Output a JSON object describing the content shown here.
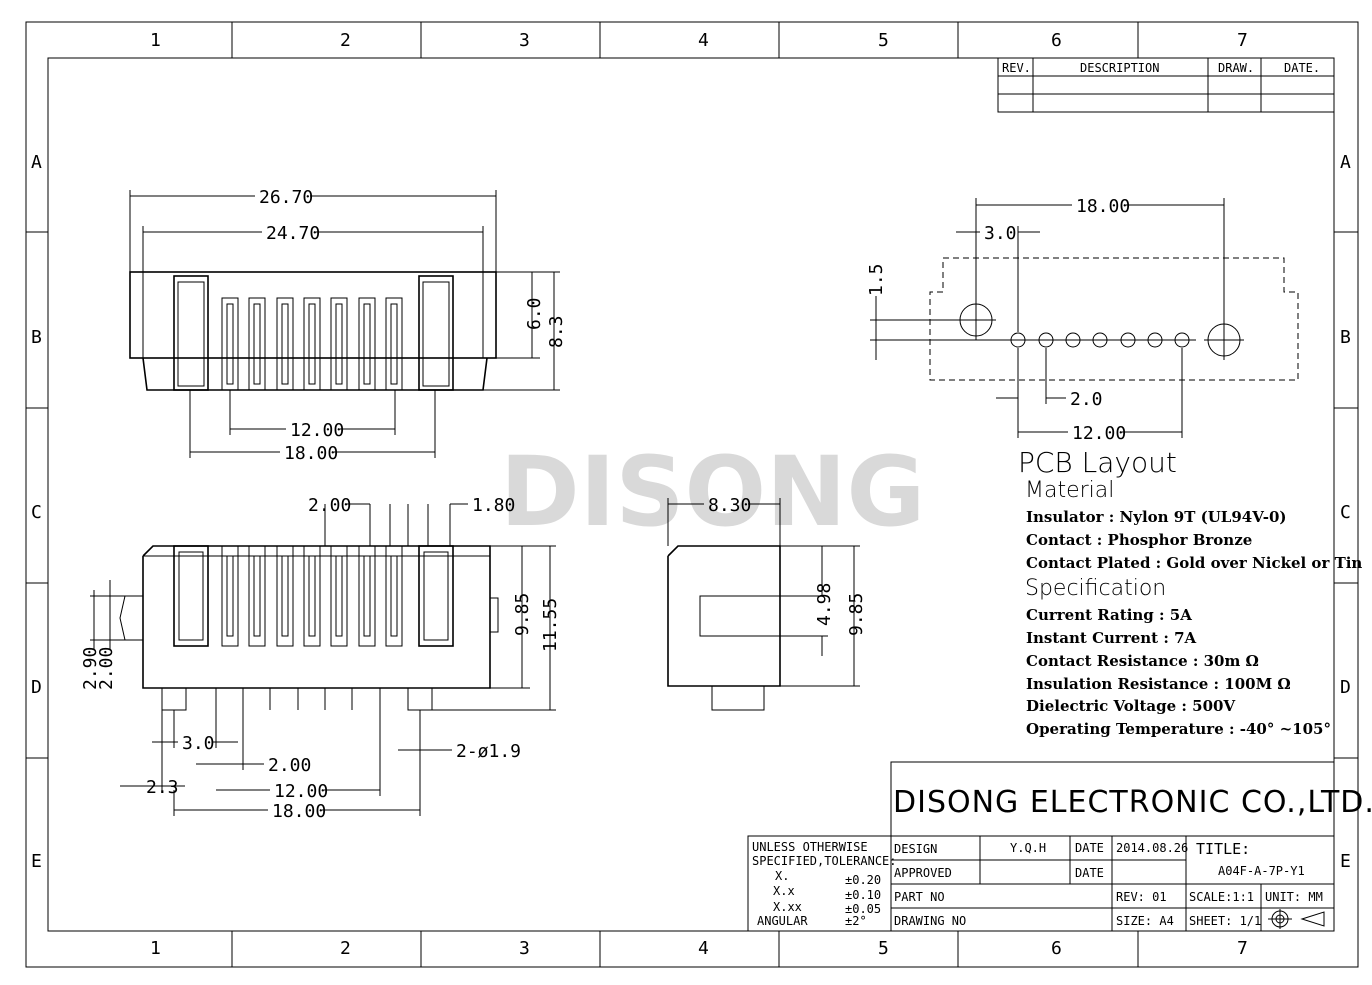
{
  "zones": {
    "columns": [
      "1",
      "2",
      "3",
      "4",
      "5",
      "6",
      "7"
    ],
    "rows": [
      "A",
      "B",
      "C",
      "D",
      "E"
    ]
  },
  "revision_table": {
    "headers": [
      "REV.",
      "DESCRIPTION",
      "DRAW.",
      "DATE."
    ]
  },
  "watermark": "DISONG",
  "top_view": {
    "dims": [
      "26.70",
      "24.70",
      "6.0",
      "8.3",
      "12.00",
      "18.00"
    ]
  },
  "front_view": {
    "dims": [
      "2.00",
      "1.80",
      "9.85",
      "11.55",
      "2.90",
      "2.00",
      "3.0",
      "2.00",
      "2-ø1.9",
      "2.3",
      "12.00",
      "18.00"
    ]
  },
  "side_view": {
    "dims": [
      "8.30",
      "4.98",
      "9.85"
    ]
  },
  "pcb_layout": {
    "title": "PCB Layout",
    "dims": [
      "18.00",
      "3.0",
      "1.5",
      "2.0",
      "12.00"
    ]
  },
  "material": {
    "heading": "Material",
    "lines": [
      {
        "label": "Insulator : ",
        "value": "Nylon 9T (UL94V-0)"
      },
      {
        "label": "Contact : ",
        "value": "Phosphor  Bronze"
      },
      {
        "label": "Contact Plated : ",
        "value": "Gold over Nickel or Tin"
      }
    ]
  },
  "specification": {
    "heading": "Specification",
    "lines": [
      {
        "label": "Current Rating : ",
        "value": "5A"
      },
      {
        "label": "Instant Current : ",
        "value": "7A"
      },
      {
        "label": "Contact Resistance : ",
        "value": "30m     Ω"
      },
      {
        "label": "Insulation Resistance : ",
        "value": "100M     Ω"
      },
      {
        "label": "Dielectric  Voltage : ",
        "value": "500V"
      },
      {
        "label": "Operating Temperature : ",
        "value": "-40° ~105°"
      }
    ]
  },
  "title_block": {
    "company": "DISONG ELECTRONIC CO.,LTD.",
    "tolerance": {
      "line1": "UNLESS OTHERWISE",
      "line2": "SPECIFIED,TOLERANCE:",
      "rows": [
        {
          "label": "X.",
          "value": "±0.20"
        },
        {
          "label": "X.x",
          "value": "±0.10"
        },
        {
          "label": "X.xx",
          "value": "±0.05"
        },
        {
          "label": "ANGULAR",
          "value": "±2°"
        }
      ]
    },
    "design_label": "DESIGN",
    "design_value": "Y.Q.H",
    "date_label": "DATE",
    "date_value": "2014.08.26",
    "approved_label": "APPROVED",
    "date2_label": "DATE",
    "title_label": "TITLE:",
    "title_value": "A04F-A-7P-Y1",
    "part_no_label": "PART NO",
    "rev_label": "REV: 01",
    "scale_label": "SCALE:1:1",
    "unit_label": "UNIT: MM",
    "drawing_no_label": "DRAWING NO",
    "size_label": "SIZE: A4",
    "sheet_label": "SHEET: 1/1"
  }
}
